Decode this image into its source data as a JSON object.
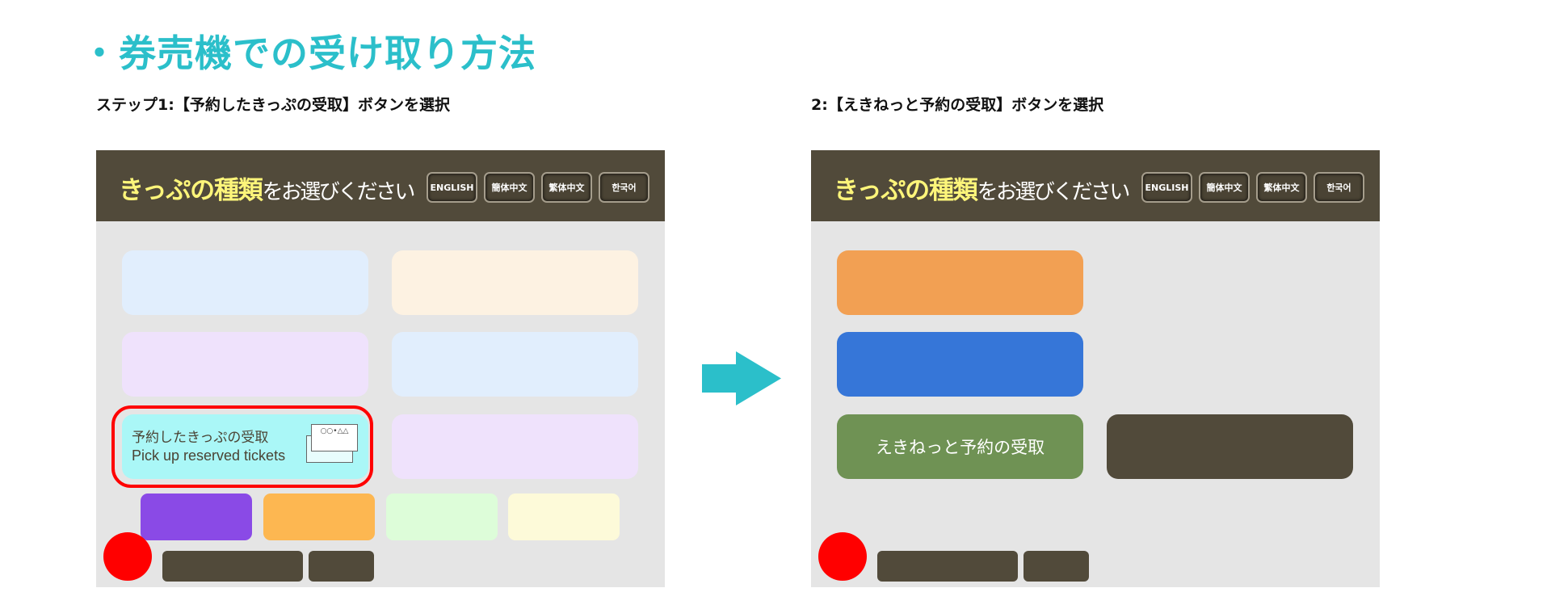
{
  "title": "・券売機での受け取り方法",
  "step1": "ステップ1:【予約したきっぷの受取】ボタンを選択",
  "step2": "2:【えきねっと予約の受取】ボタンを選択",
  "screen": {
    "header_highlight": "きっぷの種類",
    "header_rest": "をお選びください",
    "languages": [
      "ENGLISH",
      "簡体中文",
      "繁体中文",
      "한국어"
    ]
  },
  "panel1": {
    "pickup_ja": "予約したきっぷの受取",
    "pickup_en": "Pick up reserved tickets",
    "ticket_icon_text": "○○•△△"
  },
  "panel2": {
    "eki_button": "えきねっと予約の受取"
  },
  "colors": {
    "accent": "#2bbfca",
    "header": "#514a3a",
    "highlight": "#ff0000",
    "eki_green": "#6f9254"
  }
}
